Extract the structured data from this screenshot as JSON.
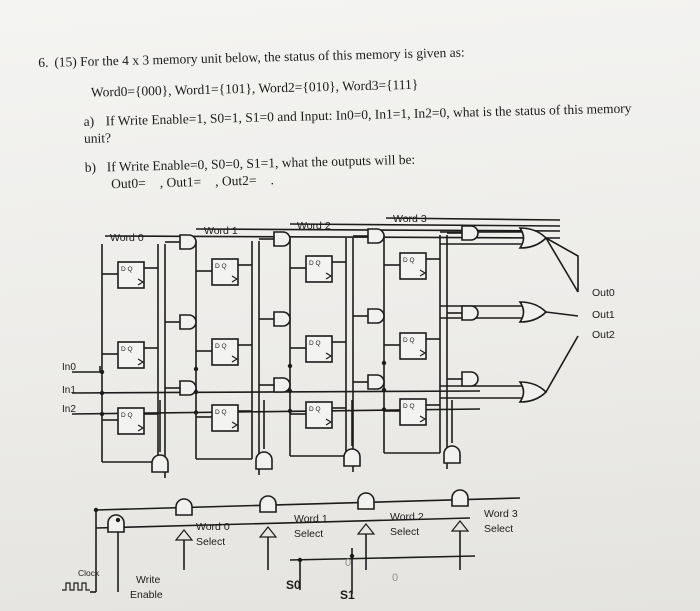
{
  "question": {
    "number": "6.",
    "header": "(15) For the 4 x 3 memory unit below, the status of this memory is given as:",
    "status": "Word0={000}, Word1={101}, Word2={010}, Word3={111}",
    "part_a_label": "a)",
    "part_a": "If Write Enable=1, S0=1, S1=0 and Input: In0=0, In1=1, In2=0, what is the status of this memory unit?",
    "part_b_label": "b)",
    "part_b": "If Write Enable=0, S0=0, S1=1, what the outputs will be:",
    "out0": "Out0=",
    "out1": ", Out1=",
    "out2": ", Out2=",
    "trailing": "."
  },
  "diagram": {
    "word_labels": [
      "Word 0",
      "Word 1",
      "Word 2",
      "Word 3"
    ],
    "inputs": [
      "In0",
      "In1",
      "In2"
    ],
    "outputs": [
      "Out0",
      "Out1",
      "Out2"
    ],
    "select_labels": [
      {
        "line1": "Word 0",
        "line2": "Select"
      },
      {
        "line1": "Word 1",
        "line2": "Select"
      },
      {
        "line1": "Word 2",
        "line2": "Select"
      },
      {
        "line1": "Word 3",
        "line2": "Select"
      }
    ],
    "clock": "Clock",
    "write_line1": "Write",
    "write_line2": "Enable",
    "s0": "S0",
    "s1": "S1",
    "dq": "D Q",
    "pencil_marks": [
      "0",
      "0"
    ]
  }
}
